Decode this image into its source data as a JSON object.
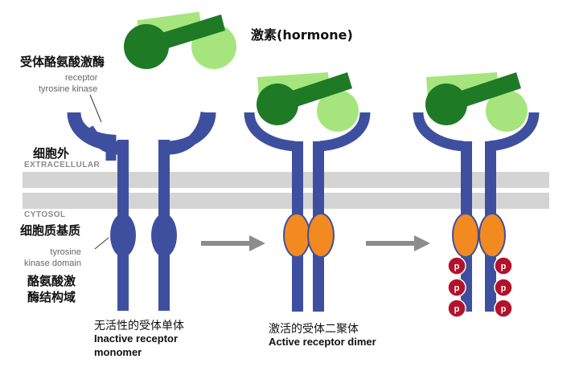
{
  "labels": {
    "hormone": "激素(hormone)",
    "receptor_cn": "受体酪氨酸激酶",
    "receptor_en": "receptor\ntyrosine kinase",
    "extracellular_cn": "细胞外",
    "extracellular_en": "EXTRACELLULAR",
    "cytosol_en": "CYTOSOL",
    "cytosol_cn": "细胞质基质",
    "kinase_domain_en": "tyrosine\nkinase domain",
    "kinase_domain_cn": "酪氨酸激\n酶结构域",
    "inactive_cn": "无活性的受体单体",
    "inactive_en1": "Inactive receptor",
    "inactive_en2": "monomer",
    "active_cn": "激活的受体二聚体",
    "active_en": "Active receptor dimer",
    "phospho": "p"
  },
  "colors": {
    "receptor": "#3f4fa0",
    "hormone_dark": "#1f7a26",
    "hormone_light": "#a6e57d",
    "kinase_active": "#f28a1f",
    "phosphate": "#b3122b",
    "membrane": "#d4d4d4",
    "arrow": "#8c8c8c"
  }
}
